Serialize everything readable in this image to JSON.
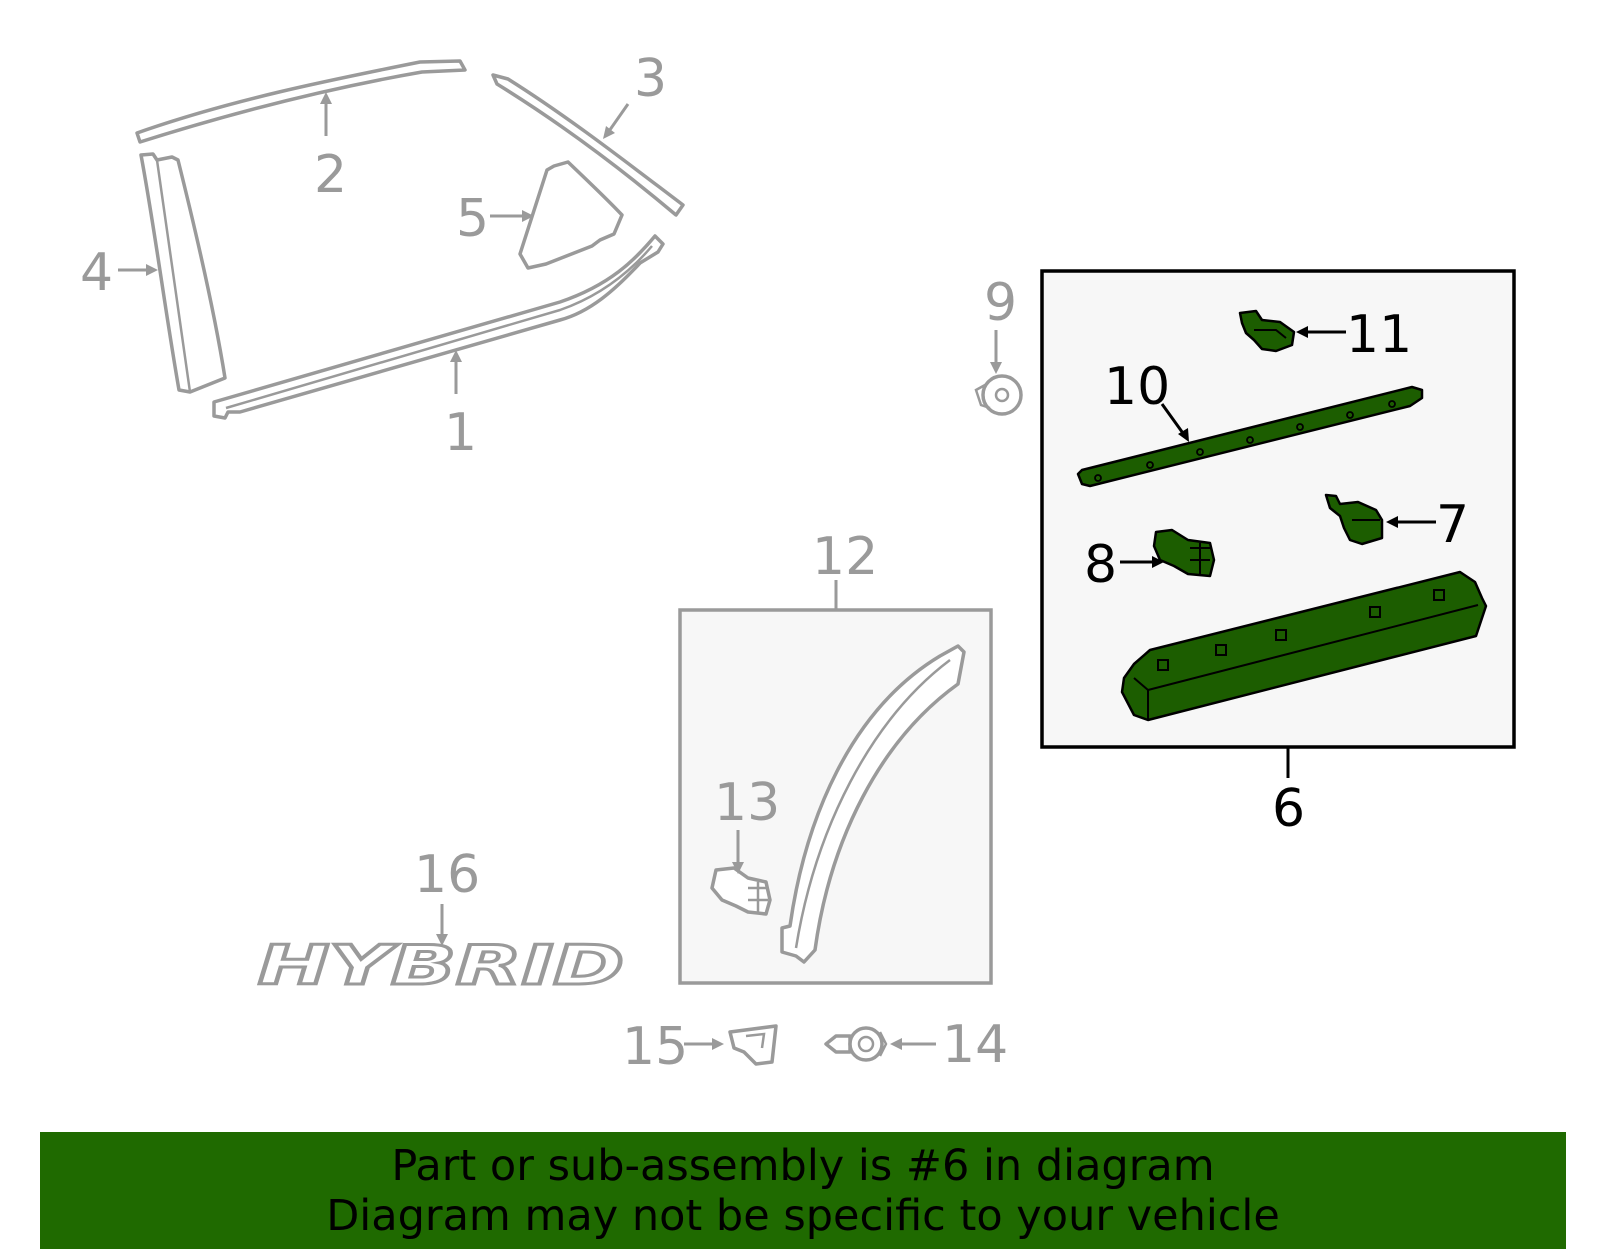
{
  "callouts": {
    "c1": "1",
    "c2": "2",
    "c3": "3",
    "c4": "4",
    "c5": "5",
    "c6": "6",
    "c7": "7",
    "c8": "8",
    "c9": "9",
    "c10": "10",
    "c11": "11",
    "c12": "12",
    "c13": "13",
    "c14": "14",
    "c15": "15",
    "c16": "16"
  },
  "emblem_text": "HYBRID",
  "banner": {
    "line1": "Part or sub-assembly is #6 in diagram",
    "line2": "Diagram may not be specific to your vehicle"
  },
  "colors": {
    "highlight_green": "#1c5d00",
    "banner_green": "#1f6a00",
    "outline_gray": "#9a9a9a"
  },
  "highlighted_part": "6"
}
